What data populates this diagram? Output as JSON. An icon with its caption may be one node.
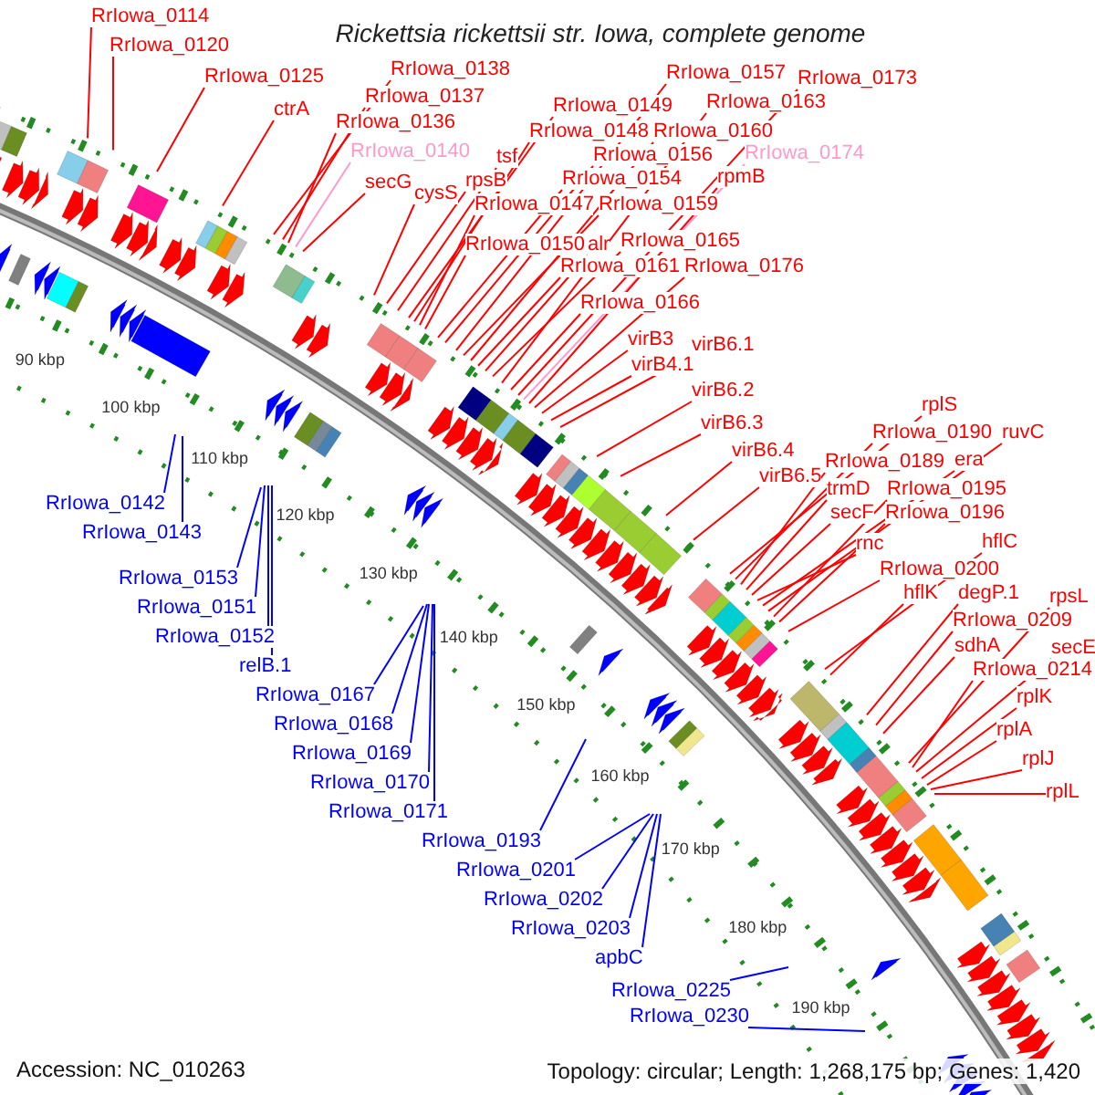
{
  "diagram": {
    "title": "Rickettsia rickettsii str. Iowa, complete genome",
    "nodes": [
      {
        "text": [
          "RrIowa_0114"
        ]
      },
      {
        "text": [
          "RrIowa_0120"
        ]
      },
      {
        "text": [
          "RrIowa_0125"
        ]
      },
      {
        "text": [
          "ctrA"
        ]
      },
      {
        "text": [
          "RrIowa_0138"
        ]
      },
      {
        "text": [
          "RrIowa_0137"
        ]
      },
      {
        "text": [
          "RrIowa_0136"
        ]
      },
      {
        "text": [
          "RrIowa_0140"
        ]
      },
      {
        "text": [
          "secG"
        ]
      },
      {
        "text": [
          "cysS"
        ]
      },
      {
        "text": [
          "rpsB"
        ]
      },
      {
        "text": [
          "tsf"
        ]
      },
      {
        "text": [
          "RrIowa_0149"
        ]
      },
      {
        "text": [
          "RrIowa_0148"
        ]
      },
      {
        "text": [
          "RrIowa_0147"
        ]
      },
      {
        "text": [
          "RrIowa_0150"
        ]
      },
      {
        "text": [
          "RrIowa_0157"
        ]
      },
      {
        "text": [
          "RrIowa_0156"
        ]
      },
      {
        "text": [
          "RrIowa_0154"
        ]
      },
      {
        "text": [
          "RrIowa_0160"
        ]
      },
      {
        "text": [
          "RrIowa_0159"
        ]
      },
      {
        "text": [
          "RrIowa_0161"
        ]
      },
      {
        "text": [
          "alr"
        ]
      },
      {
        "text": [
          "RrIowa_0165"
        ]
      },
      {
        "text": [
          "RrIowa_0163"
        ]
      },
      {
        "text": [
          "RrIowa_0173"
        ]
      },
      {
        "text": [
          "RrIowa_0174"
        ]
      },
      {
        "text": [
          "rpmB"
        ]
      },
      {
        "text": [
          "RrIowa_0176"
        ]
      },
      {
        "text": [
          "RrIowa_0166"
        ]
      },
      {
        "text": [
          "virB3"
        ]
      },
      {
        "text": [
          "virB6.1"
        ]
      },
      {
        "text": [
          "virB4.1"
        ]
      },
      {
        "text": [
          "virB6.2"
        ]
      },
      {
        "text": [
          "virB6.3"
        ]
      },
      {
        "text": [
          "virB6.4"
        ]
      },
      {
        "text": [
          "virB6.5"
        ]
      },
      {
        "text": [
          "rplS"
        ]
      },
      {
        "text": [
          "RrIowa_0190"
        ]
      },
      {
        "text": [
          "ruvC"
        ]
      },
      {
        "text": [
          "RrIowa_0189"
        ]
      },
      {
        "text": [
          "era"
        ]
      },
      {
        "text": [
          "trmD"
        ]
      },
      {
        "text": [
          "RrIowa_0195"
        ]
      },
      {
        "text": [
          "secF"
        ]
      },
      {
        "text": [
          "RrIowa_0196"
        ]
      },
      {
        "text": [
          "rnc"
        ]
      },
      {
        "text": [
          "hflC"
        ]
      },
      {
        "text": [
          "RrIowa_0200"
        ]
      },
      {
        "text": [
          "hflK"
        ]
      },
      {
        "text": [
          "degP.1"
        ]
      },
      {
        "text": [
          "rpsL"
        ]
      },
      {
        "text": [
          "RrIowa_0209"
        ]
      },
      {
        "text": [
          "sdhA"
        ]
      },
      {
        "text": [
          "secE"
        ]
      },
      {
        "text": [
          "RrIowa_0214"
        ]
      },
      {
        "text": [
          "rplK"
        ]
      },
      {
        "text": [
          "rplA"
        ]
      },
      {
        "text": [
          "rplJ"
        ]
      },
      {
        "text": [
          "rplL"
        ]
      },
      {
        "text": [
          "RrIowa_0142"
        ]
      },
      {
        "text": [
          "RrIowa_0143"
        ]
      },
      {
        "text": [
          "RrIowa_0153"
        ]
      },
      {
        "text": [
          "RrIowa_0151"
        ]
      },
      {
        "text": [
          "RrIowa_0152"
        ]
      },
      {
        "text": [
          "relB.1"
        ]
      },
      {
        "text": [
          "RrIowa_0167"
        ]
      },
      {
        "text": [
          "RrIowa_0168"
        ]
      },
      {
        "text": [
          "RrIowa_0169"
        ]
      },
      {
        "text": [
          "RrIowa_0170"
        ]
      },
      {
        "text": [
          "RrIowa_0171"
        ]
      },
      {
        "text": [
          "RrIowa_0193"
        ]
      },
      {
        "text": [
          "RrIowa_0201"
        ]
      },
      {
        "text": [
          "RrIowa_0202"
        ]
      },
      {
        "text": [
          "RrIowa_0203"
        ]
      },
      {
        "text": [
          "apbC"
        ]
      },
      {
        "text": [
          "RrIowa_0225"
        ]
      },
      {
        "text": [
          "RrIowa_0230"
        ]
      }
    ],
    "edges": [
      {
        "from": 0,
        "to": null,
        "arrow": "none"
      },
      {
        "from": 1,
        "to": null,
        "arrow": "none"
      },
      {
        "from": 2,
        "to": null,
        "arrow": "none"
      },
      {
        "from": 3,
        "to": null,
        "arrow": "none"
      },
      {
        "from": 4,
        "to": null,
        "arrow": "none"
      },
      {
        "from": 5,
        "to": null,
        "arrow": "none"
      },
      {
        "from": 6,
        "to": null,
        "arrow": "none"
      },
      {
        "from": 7,
        "to": null,
        "arrow": "none",
        "color": "#ff99cc"
      },
      {
        "from": 8,
        "to": null,
        "arrow": "none"
      },
      {
        "from": 9,
        "to": null,
        "arrow": "none"
      },
      {
        "from": 10,
        "to": null,
        "arrow": "none"
      },
      {
        "from": 11,
        "to": null,
        "arrow": "none"
      },
      {
        "from": 12,
        "to": null,
        "arrow": "none"
      },
      {
        "from": 13,
        "to": null,
        "arrow": "none"
      },
      {
        "from": 14,
        "to": null,
        "arrow": "none"
      },
      {
        "from": 15,
        "to": null,
        "arrow": "none"
      },
      {
        "from": 16,
        "to": null,
        "arrow": "none"
      },
      {
        "from": 17,
        "to": null,
        "arrow": "none"
      },
      {
        "from": 18,
        "to": null,
        "arrow": "none"
      },
      {
        "from": 19,
        "to": null,
        "arrow": "none"
      },
      {
        "from": 20,
        "to": null,
        "arrow": "none"
      },
      {
        "from": 21,
        "to": null,
        "arrow": "none"
      },
      {
        "from": 22,
        "to": null,
        "arrow": "none"
      },
      {
        "from": 23,
        "to": null,
        "arrow": "none"
      },
      {
        "from": 24,
        "to": null,
        "arrow": "none"
      },
      {
        "from": 25,
        "to": null,
        "arrow": "none"
      },
      {
        "from": 26,
        "to": null,
        "arrow": "none",
        "color": "#ff99cc"
      },
      {
        "from": 27,
        "to": null,
        "arrow": "none"
      },
      {
        "from": 28,
        "to": null,
        "arrow": "none"
      },
      {
        "from": 29,
        "to": null,
        "arrow": "none"
      },
      {
        "from": 30,
        "to": null,
        "arrow": "none"
      },
      {
        "from": 31,
        "to": null,
        "arrow": "none"
      },
      {
        "from": 32,
        "to": null,
        "arrow": "none"
      },
      {
        "from": 33,
        "to": null,
        "arrow": "none"
      },
      {
        "from": 34,
        "to": null,
        "arrow": "none"
      },
      {
        "from": 35,
        "to": null,
        "arrow": "none"
      },
      {
        "from": 36,
        "to": null,
        "arrow": "none"
      },
      {
        "from": 37,
        "to": null,
        "arrow": "none"
      },
      {
        "from": 38,
        "to": null,
        "arrow": "none"
      },
      {
        "from": 39,
        "to": null,
        "arrow": "none"
      },
      {
        "from": 40,
        "to": null,
        "arrow": "none"
      },
      {
        "from": 41,
        "to": null,
        "arrow": "none"
      },
      {
        "from": 42,
        "to": null,
        "arrow": "none"
      },
      {
        "from": 43,
        "to": null,
        "arrow": "none"
      },
      {
        "from": 44,
        "to": null,
        "arrow": "none"
      },
      {
        "from": 45,
        "to": null,
        "arrow": "none"
      },
      {
        "from": 46,
        "to": null,
        "arrow": "none"
      },
      {
        "from": 47,
        "to": null,
        "arrow": "none"
      },
      {
        "from": 48,
        "to": null,
        "arrow": "none"
      },
      {
        "from": 49,
        "to": null,
        "arrow": "none"
      },
      {
        "from": 50,
        "to": null,
        "arrow": "none"
      },
      {
        "from": 51,
        "to": null,
        "arrow": "none"
      },
      {
        "from": 52,
        "to": null,
        "arrow": "none"
      },
      {
        "from": 53,
        "to": null,
        "arrow": "none"
      },
      {
        "from": 54,
        "to": null,
        "arrow": "none"
      },
      {
        "from": 55,
        "to": null,
        "arrow": "none"
      },
      {
        "from": 56,
        "to": null,
        "arrow": "none"
      },
      {
        "from": 57,
        "to": null,
        "arrow": "none"
      },
      {
        "from": 58,
        "to": null,
        "arrow": "none"
      },
      {
        "from": 59,
        "to": null,
        "arrow": "none"
      },
      {
        "from": 60,
        "to": null,
        "arrow": "none",
        "color": "#0000ff"
      },
      {
        "from": 61,
        "to": null,
        "arrow": "none",
        "color": "#0000ff"
      },
      {
        "from": 62,
        "to": null,
        "arrow": "none",
        "color": "#0000ff"
      },
      {
        "from": 63,
        "to": null,
        "arrow": "none",
        "color": "#0000ff"
      },
      {
        "from": 64,
        "to": null,
        "arrow": "none",
        "color": "#0000ff"
      },
      {
        "from": 65,
        "to": null,
        "arrow": "none",
        "color": "#0000ff"
      },
      {
        "from": 66,
        "to": null,
        "arrow": "none",
        "color": "#0000ff"
      },
      {
        "from": 67,
        "to": null,
        "arrow": "none",
        "color": "#0000ff"
      },
      {
        "from": 68,
        "to": null,
        "arrow": "none",
        "color": "#0000ff"
      },
      {
        "from": 69,
        "to": null,
        "arrow": "none",
        "color": "#0000ff"
      },
      {
        "from": 70,
        "to": null,
        "arrow": "none",
        "color": "#0000ff"
      },
      {
        "from": 71,
        "to": null,
        "arrow": "none",
        "color": "#0000ff"
      },
      {
        "from": 72,
        "to": null,
        "arrow": "none",
        "color": "#0000ff"
      },
      {
        "from": 73,
        "to": null,
        "arrow": "none",
        "color": "#0000ff"
      },
      {
        "from": 74,
        "to": null,
        "arrow": "none",
        "color": "#0000ff"
      },
      {
        "from": 75,
        "to": null,
        "arrow": "none",
        "color": "#0000ff"
      },
      {
        "from": 76,
        "to": null,
        "arrow": "none",
        "color": "#0000ff"
      },
      {
        "from": 77,
        "to": null,
        "arrow": "none",
        "color": "#0000ff"
      }
    ],
    "labels": [
      "90 kbp",
      "100 kbp",
      "110 kbp",
      "120 kbp",
      "130 kbp",
      "140 kbp",
      "150 kbp",
      "160 kbp",
      "170 kbp",
      "180 kbp",
      "190 kbp",
      "Accession: NC_010263",
      "Topology: circular; Length: 1,268,175 bp; Genes: 1,420"
    ]
  }
}
